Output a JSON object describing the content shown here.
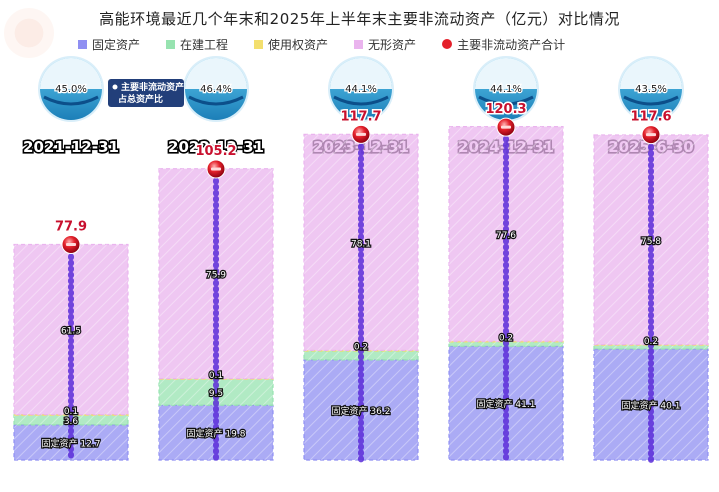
{
  "chart_data": {
    "type": "bar",
    "title": "高能环境最近几个年末和2025年上半年末主要非流动资产（亿元）对比情况",
    "categories": [
      "2021-12-31",
      "2022-12-31",
      "2023-12-31",
      "2024-12-31",
      "2025-6-30"
    ],
    "stacked": true,
    "series": [
      {
        "name": "固定资产",
        "color": "#8f8ff2",
        "values": [
          12.7,
          19.8,
          36.2,
          41.1,
          40.1
        ],
        "label_prefix": "固定资产 "
      },
      {
        "name": "在建工程",
        "color": "#97e3b0",
        "values": [
          3.6,
          9.5,
          3.2,
          1.6,
          1.4
        ],
        "labels": [
          "3.6",
          "9.5",
          "",
          "",
          ""
        ]
      },
      {
        "name": "使用权资产",
        "color": "#f3df6e",
        "values": [
          0.1,
          0.1,
          0.2,
          0.2,
          0.2
        ]
      },
      {
        "name": "无形资产",
        "color": "#eab4ee",
        "values": [
          61.5,
          75.9,
          78.1,
          77.6,
          75.8
        ]
      }
    ],
    "total_series": {
      "name": "主要非流动资产合计",
      "color": "#e4202a",
      "values": [
        77.9,
        105.2,
        117.7,
        120.3,
        117.6
      ]
    },
    "gauges": {
      "label": "主要非流动资产占总资产比",
      "values": [
        "45.0%",
        "46.4%",
        "44.1%",
        "44.1%",
        "43.5%"
      ]
    },
    "ylim": [
      0,
      126
    ],
    "grid": false,
    "legend_position": "top"
  }
}
